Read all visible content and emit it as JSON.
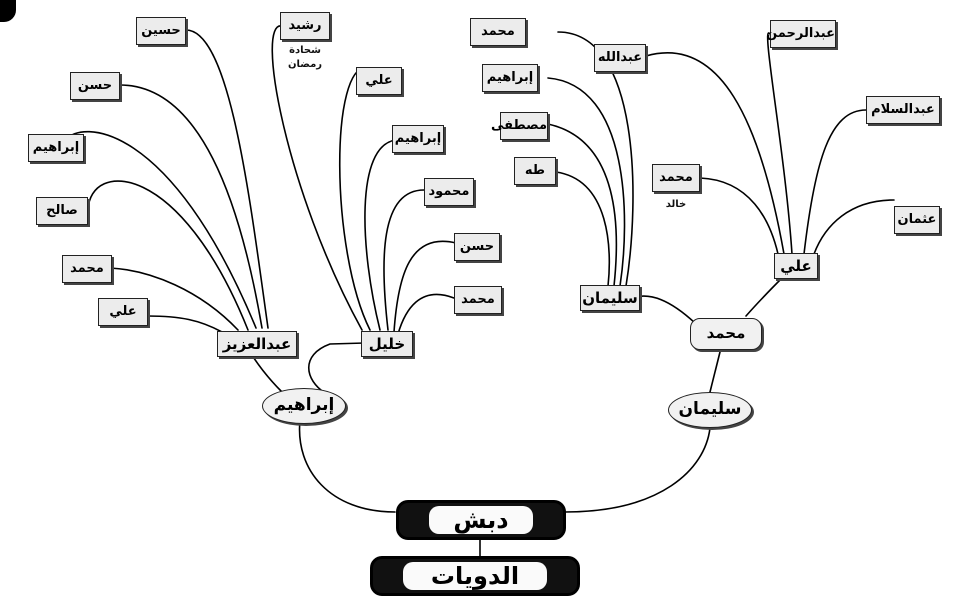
{
  "root": {
    "name": "دبش",
    "parent": "الدويات"
  },
  "branches": {
    "ibrahim": {
      "name": "إبراهيم",
      "abdulaziz": {
        "name": "عبدالعزيز",
        "children": [
          "حسين",
          "حسن",
          "إبراهيم",
          "صالح",
          "محمد",
          "علي"
        ]
      },
      "khalil": {
        "name": "خليل",
        "children": [
          "رشيد",
          "علي",
          "إبراهيم",
          "محمود",
          "حسن",
          "محمد"
        ],
        "note": "شحادة رمضان"
      }
    },
    "sulaiman": {
      "name": "سليمان",
      "muhammad": {
        "name": "محمد"
      },
      "sulaiman2": {
        "name": "سليمان",
        "children": [
          "محمد",
          "إبراهيم",
          "مصطفى",
          "طه"
        ]
      },
      "ali": {
        "name": "علي",
        "children": [
          "عبدالله",
          "عبدالرحمن",
          "عبدالسلام",
          "محمد",
          "عثمان"
        ],
        "note": "خالد"
      }
    }
  }
}
